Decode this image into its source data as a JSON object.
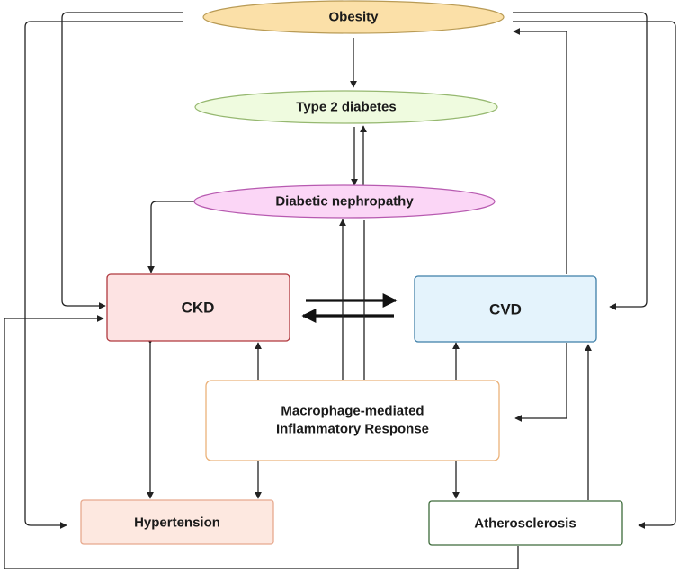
{
  "nodes": {
    "obesity": {
      "label": "Obesity",
      "fill": "#fbe0a8",
      "stroke": "#b99b55"
    },
    "t2d": {
      "label": "Type 2 diabetes",
      "fill": "#effbdf",
      "stroke": "#96b870"
    },
    "dn": {
      "label": "Diabetic nephropathy",
      "fill": "#fbd6f6",
      "stroke": "#b75ab0"
    },
    "ckd": {
      "label": "CKD",
      "fill": "#fde3e3",
      "stroke": "#b0393f"
    },
    "cvd": {
      "label": "CVD",
      "fill": "#e4f3fc",
      "stroke": "#3f7fa8"
    },
    "macro": {
      "label_line1": "Macrophage-mediated",
      "label_line2": "Inflammatory Response",
      "fill": "#ffffff",
      "stroke": "#ebb27a"
    },
    "htn": {
      "label": "Hypertension",
      "fill": "#fde8e0",
      "stroke": "#e7a98e"
    },
    "athero": {
      "label": "Atherosclerosis",
      "fill": "#ffffff",
      "stroke": "#3d6b3a"
    }
  },
  "colors": {
    "line": "#222222",
    "background": "#ffffff"
  }
}
